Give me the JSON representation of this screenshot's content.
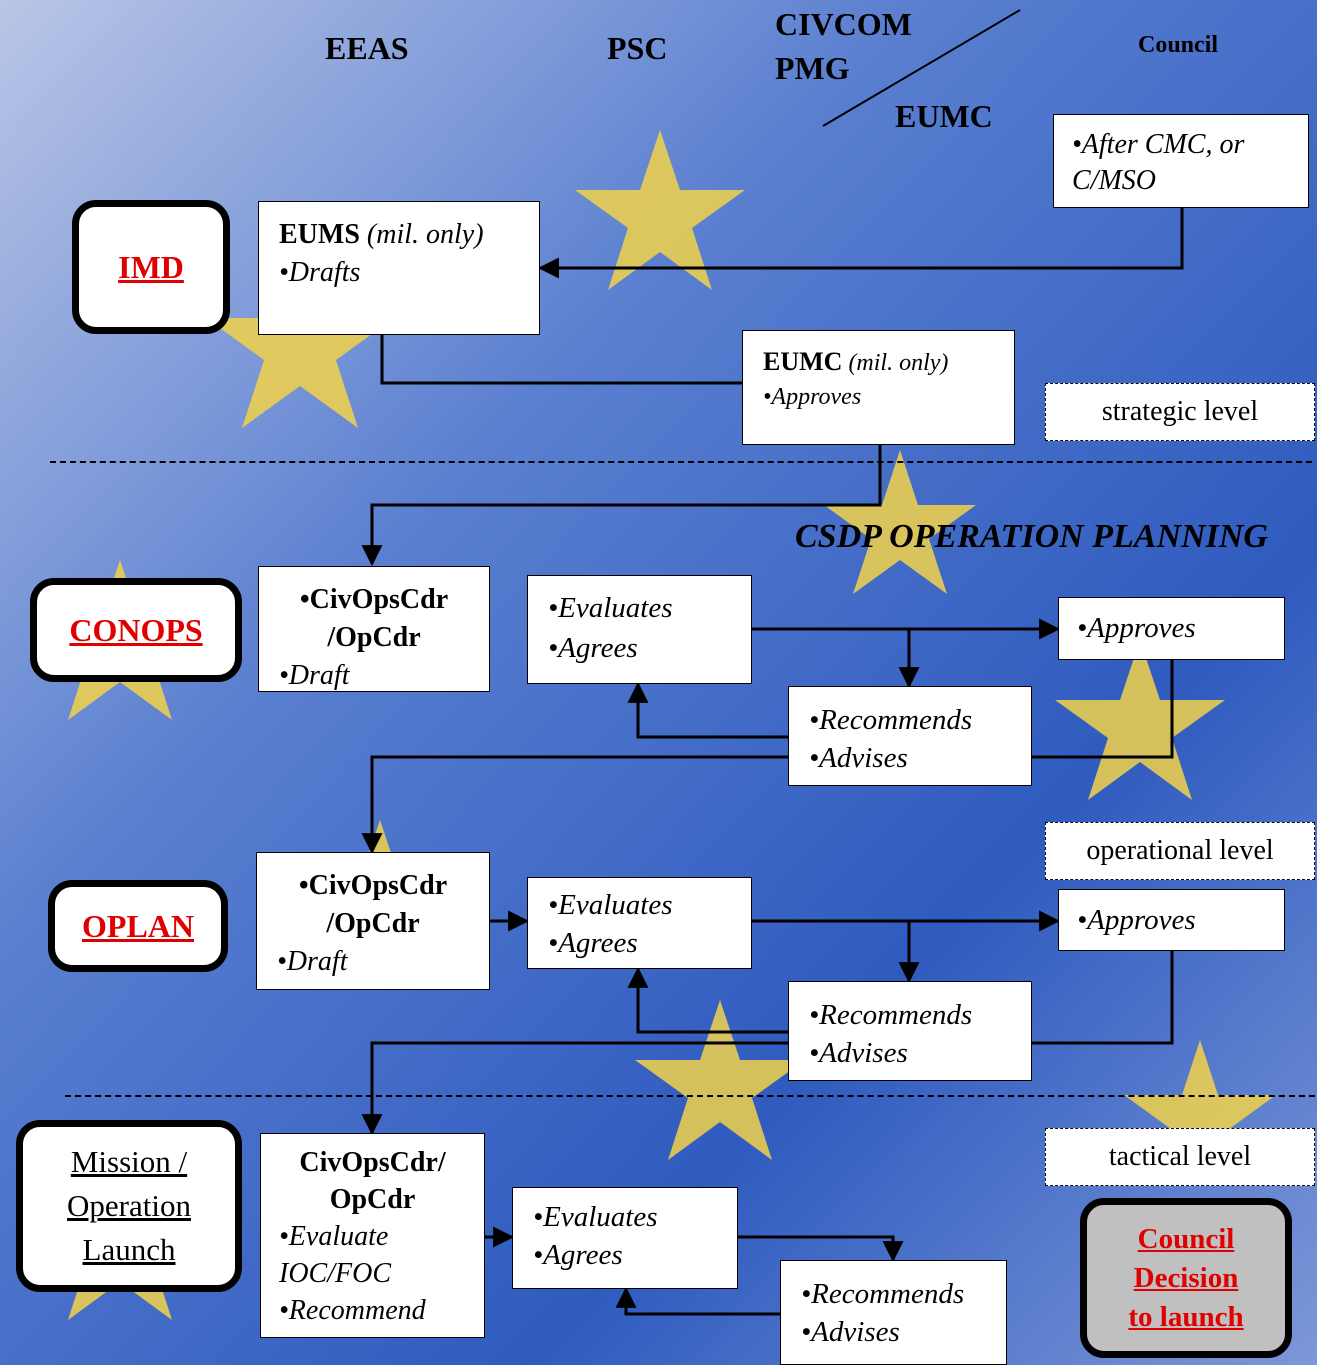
{
  "headers": {
    "eeas": "EEAS",
    "psc": "PSC",
    "civcom": "CIVCOM",
    "pmg": "PMG",
    "eumc": "EUMC",
    "council": "Council"
  },
  "title": "CSDP OPERATION PLANNING",
  "levels": {
    "strategic": "strategic level",
    "operational": "operational level",
    "tactical": "tactical level"
  },
  "docs": {
    "imd": "IMD",
    "conops": "CONOPS",
    "oplan": "OPLAN",
    "launch": [
      "Mission /",
      "Operation",
      "Launch"
    ]
  },
  "council_top": [
    "•After CMC, or",
    "C/MSO"
  ],
  "eums": {
    "title": "EUMS",
    "note": "(mil. only)",
    "action": "•Drafts"
  },
  "eumc": {
    "title": "EUMC",
    "note": "(mil. only)",
    "action": "•Approves"
  },
  "conops_draft": [
    "•CivOpsCdr",
    "/OpCdr",
    "•Draft"
  ],
  "conops_eval": [
    "•Evaluates",
    "•Agrees"
  ],
  "conops_approve": "•Approves",
  "conops_rec": [
    "•Recommends",
    "•Advises"
  ],
  "oplan_draft": [
    "•CivOpsCdr",
    "/OpCdr",
    "•Draft"
  ],
  "oplan_eval": [
    "•Evaluates",
    "•Agrees"
  ],
  "oplan_approve": "•Approves",
  "oplan_rec": [
    "•Recommends",
    "•Advises"
  ],
  "launch_draft": [
    "CivOpsCdr/",
    "OpCdr",
    "•Evaluate",
    "IOC/FOC",
    "•Recommend"
  ],
  "launch_eval": [
    "•Evaluates",
    "•Agrees"
  ],
  "launch_rec": [
    "•Recommends",
    "•Advises"
  ],
  "council_decision": [
    "Council",
    "Decision",
    "to launch"
  ],
  "colors": {
    "doc_red": "#e00000",
    "bg_blue": "#3a66c4",
    "star_yellow": "#f5d21e",
    "decision_grey": "#c0c0c0"
  }
}
